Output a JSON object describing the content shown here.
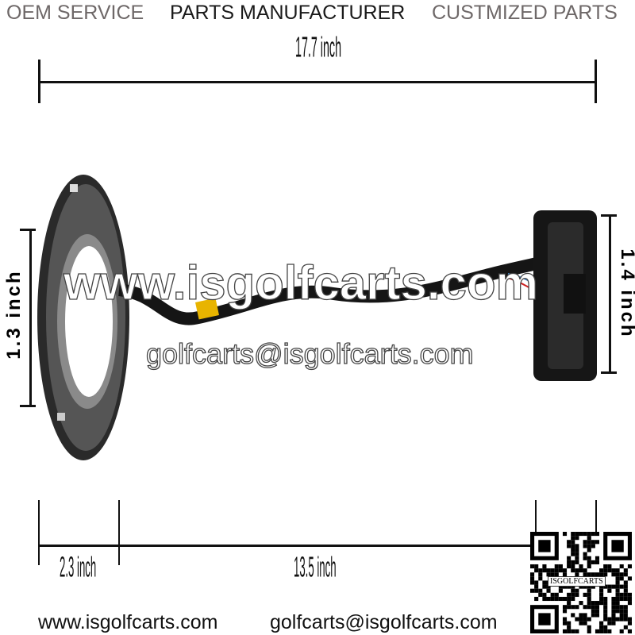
{
  "header": {
    "left": "OEM SERVICE",
    "center": "PARTS MANUFACTURER",
    "right": "CUSTMIZED PARTS"
  },
  "dimensions": {
    "total_length": "17.7 inch",
    "ring_height": "1.3 inch",
    "connector_height": "1.4 inch",
    "ring_width": "2.3 inch",
    "cable_length": "13.5 inch"
  },
  "watermark": {
    "website": "www.isgolfcarts.com",
    "email": "golfcarts@isgolfcarts.com"
  },
  "footer": {
    "website": "www.isgolfcarts.com",
    "email": "golfcarts@isgolfcarts.com",
    "qr_label": "ISGOLFCARTS"
  },
  "colors": {
    "header_gray": "#6e6868",
    "header_dark": "#1a1a1a"
  }
}
